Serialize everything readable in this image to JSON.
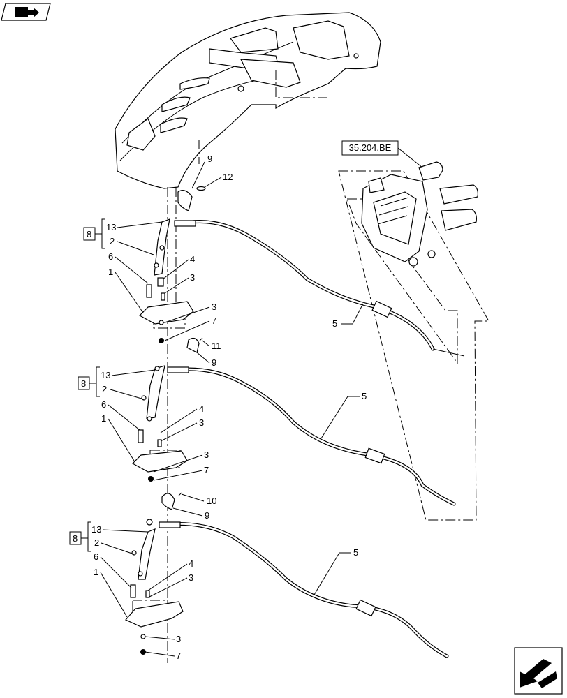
{
  "diagram": {
    "reference": "35.204.BE",
    "nav_prev_icon": "book-arrow-icon",
    "nav_next_icon": "next-page-arrow-icon",
    "groups": [
      {
        "bracket": "8",
        "labels": {
          "l13": "13",
          "l2": "2",
          "l6": "6",
          "l1": "1",
          "l4": "4",
          "l3a": "3",
          "l3b": "3",
          "l7": "7",
          "l9top": "9",
          "l12": "12",
          "l5": "5",
          "l11": "11",
          "l9bot": "9"
        }
      },
      {
        "bracket": "8",
        "labels": {
          "l13": "13",
          "l2": "2",
          "l6": "6",
          "l1": "1",
          "l4": "4",
          "l3a": "3",
          "l3b": "3",
          "l7": "7",
          "l5": "5",
          "l10": "10",
          "l9": "9"
        }
      },
      {
        "bracket": "8",
        "labels": {
          "l13": "13",
          "l2": "2",
          "l6": "6",
          "l1": "1",
          "l4": "4",
          "l3a": "3",
          "l3b": "3",
          "l7": "7",
          "l5": "5"
        }
      }
    ]
  }
}
